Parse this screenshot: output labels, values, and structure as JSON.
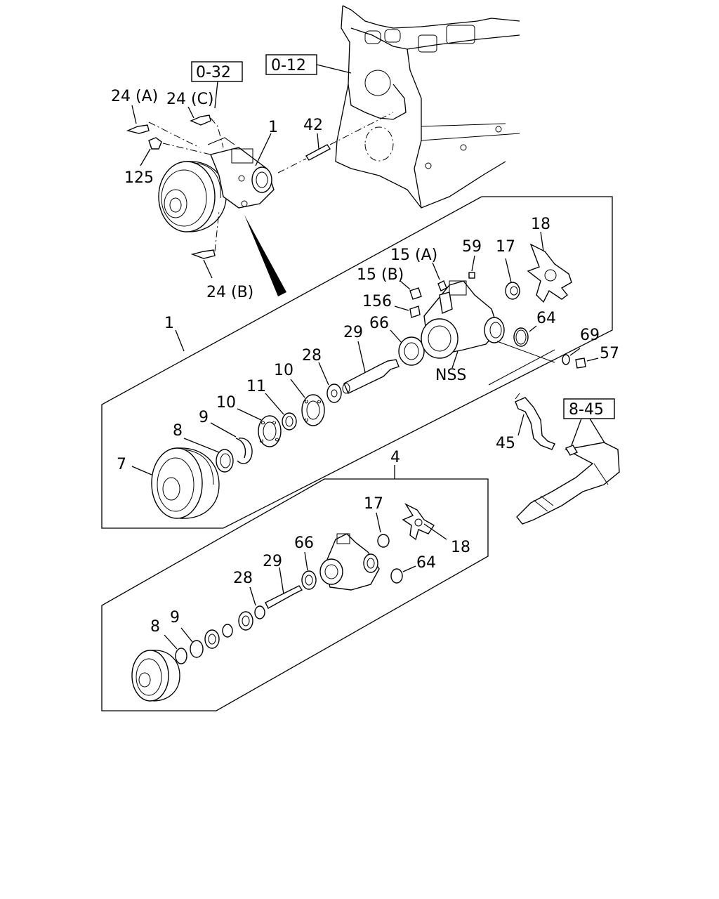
{
  "references": {
    "r032": "0-32",
    "r012": "0-12",
    "r845": "8-45"
  },
  "labels": {
    "l24a": "24 (A)",
    "l24c": "24 (C)",
    "l24b": "24 (B)",
    "l125": "125",
    "l1_top": "1",
    "l42": "42",
    "l18_top": "18",
    "l15a": "15 (A)",
    "l59": "59",
    "l17_top": "17",
    "l15b": "15 (B)",
    "l156": "156",
    "l66_top": "66",
    "l29_top": "29",
    "l64_top": "64",
    "l69": "69",
    "l57": "57",
    "lnss": "NSS",
    "l1_box": "1",
    "l28_top": "28",
    "l10_a": "10",
    "l11": "11",
    "l10_b": "10",
    "l9_top": "9",
    "l8_top": "8",
    "l7": "7",
    "l45": "45",
    "l4": "4",
    "l17_bot": "17",
    "l18_bot": "18",
    "l66_bot": "66",
    "l29_bot": "29",
    "l64_bot": "64",
    "l28_bot": "28",
    "l9_bot": "9",
    "l8_bot": "8"
  }
}
